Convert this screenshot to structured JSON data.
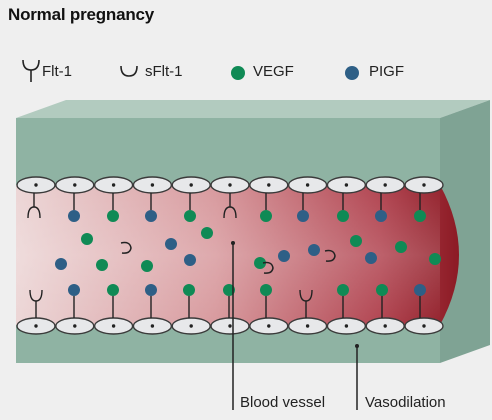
{
  "title": "Normal pregnancy",
  "legend": [
    {
      "id": "flt1",
      "label": "Flt-1",
      "icon": "flt1-receptor-icon"
    },
    {
      "id": "sflt1",
      "label": "sFlt-1",
      "icon": "sflt1-receptor-icon"
    },
    {
      "id": "vegf",
      "label": "VEGF",
      "icon": "vegf-dot-icon",
      "color": "#0f8a55"
    },
    {
      "id": "pigf",
      "label": "PIGF",
      "icon": "pigf-dot-icon",
      "color": "#2e5f86"
    }
  ],
  "annotations": {
    "blood_vessel": "Blood vessel",
    "vasodilation": "Vasodilation"
  },
  "colors": {
    "tissue": "#8fb3a3",
    "tissue_top": "#b2cbbf",
    "tissue_side": "#7fa394",
    "lumen_dark": "#8c1a24",
    "lumen_light": "#ecd6d6",
    "cell_fill": "#e7e8ea",
    "cell_stroke": "#3a3a3a"
  }
}
